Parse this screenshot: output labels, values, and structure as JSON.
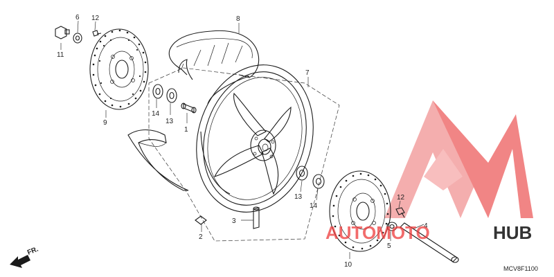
{
  "diagram": {
    "parts": [
      {
        "id": "1",
        "label": "1"
      },
      {
        "id": "2",
        "label": "2"
      },
      {
        "id": "3",
        "label": "3"
      },
      {
        "id": "4",
        "label": "4"
      },
      {
        "id": "5",
        "label": "5"
      },
      {
        "id": "6",
        "label": "6"
      },
      {
        "id": "7",
        "label": "7"
      },
      {
        "id": "8",
        "label": "8"
      },
      {
        "id": "9",
        "label": "9"
      },
      {
        "id": "10",
        "label": "10"
      },
      {
        "id": "11",
        "label": "11"
      },
      {
        "id": "12a",
        "label": "12"
      },
      {
        "id": "12b",
        "label": "12"
      },
      {
        "id": "13a",
        "label": "13"
      },
      {
        "id": "13b",
        "label": "13"
      },
      {
        "id": "14a",
        "label": "14"
      },
      {
        "id": "14b",
        "label": "14"
      }
    ],
    "front_indicator": "FR.",
    "diagram_code": "MCV8F1100"
  },
  "watermark": {
    "brand_left": "AUTOMOTO",
    "brand_right": "HUB",
    "colors": {
      "accent": "#ee3b3b",
      "light": "#f6a0a0",
      "dark": "#333333"
    }
  }
}
